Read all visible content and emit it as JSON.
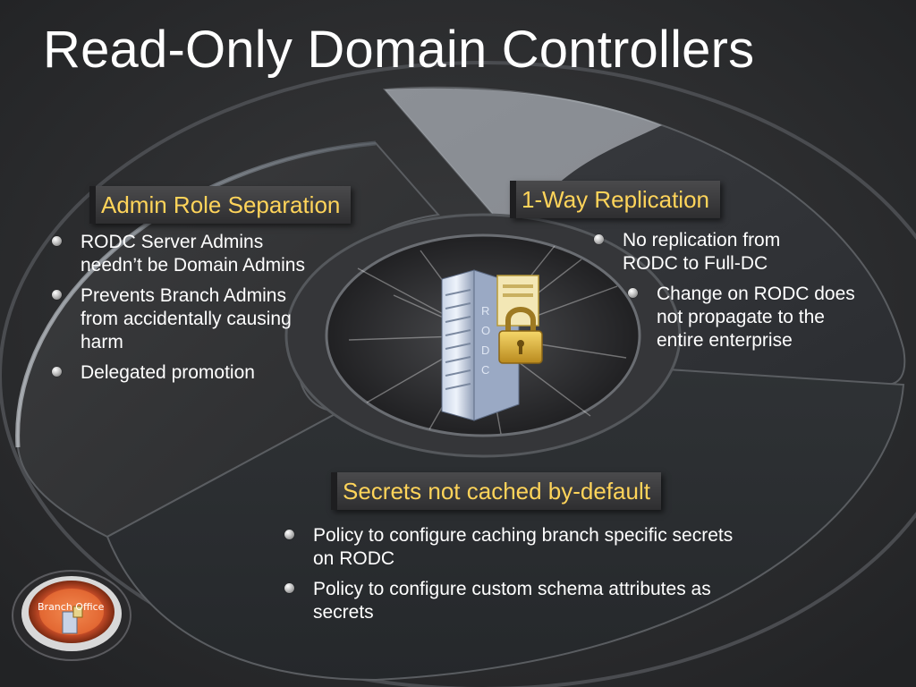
{
  "title": "Read-Only Domain Controllers",
  "sections": [
    {
      "label": "Admin Role Separation",
      "bullets": [
        "RODC Server Admins needn’t be Domain Admins",
        "Prevents Branch Admins from accidentally causing harm",
        "Delegated promotion"
      ]
    },
    {
      "label": "1-Way Replication",
      "bullets": [
        "No replication from RODC to Full-DC"
      ],
      "sub_bullets": [
        "Change on RODC does not propagate to the entire enterprise"
      ]
    },
    {
      "label": "Secrets not cached by-default",
      "bullets": [
        "Policy to configure caching branch specific secrets on RODC",
        "Policy to configure custom schema attributes as secrets"
      ]
    }
  ],
  "server_icon": {
    "letters": [
      "R",
      "O",
      "D",
      "C"
    ]
  },
  "branch_office_icon": {
    "label": "Branch Office"
  },
  "colors": {
    "background": "#2b2c2e",
    "title": "#ffffff",
    "section_label": "#ffd45a",
    "body_text": "#ffffff"
  }
}
